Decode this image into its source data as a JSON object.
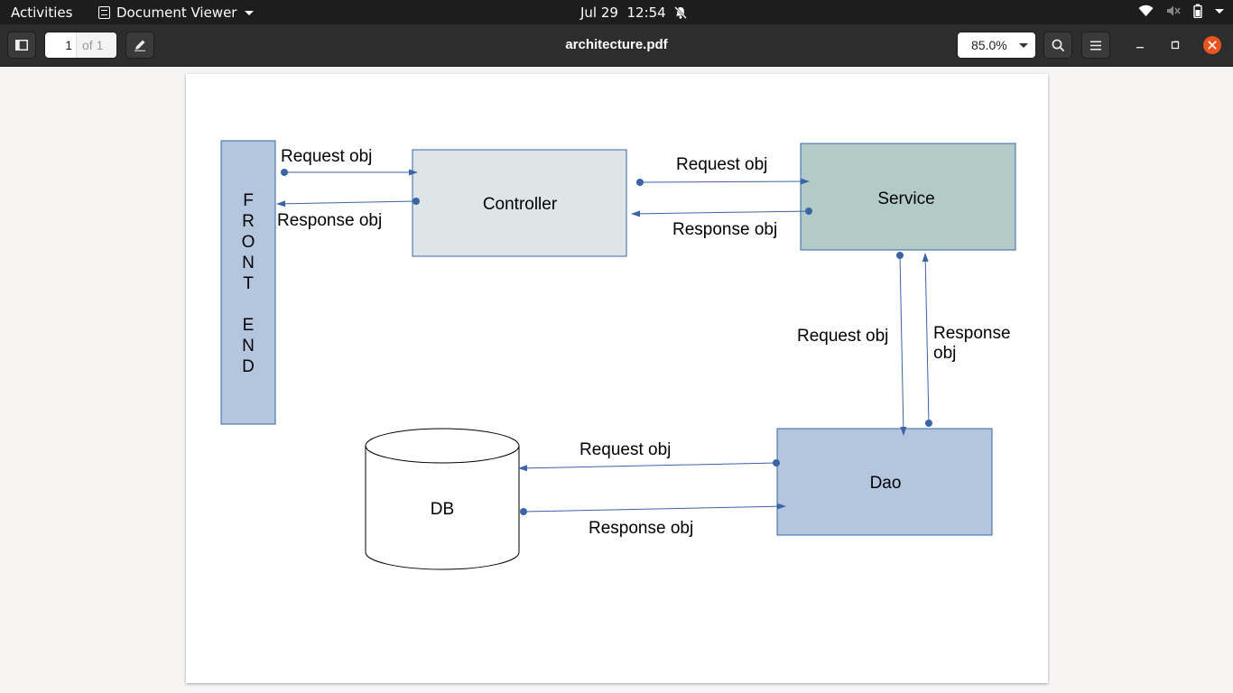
{
  "system_bar": {
    "activities": "Activities",
    "app_name": "Document Viewer",
    "clock": "Jul 29  12:54",
    "icons": [
      "notifications-off-icon",
      "wifi-icon",
      "volume-muted-icon",
      "battery-icon",
      "system-menu-caret-icon"
    ]
  },
  "header": {
    "current_page": "1",
    "page_total": "of 1",
    "title": "architecture.pdf",
    "zoom": "85.0%",
    "icons": [
      "sidebar-toggle-icon",
      "annotate-pencil-icon",
      "search-icon",
      "hamburger-menu-icon",
      "minimize-icon",
      "maximize-icon",
      "close-icon"
    ]
  },
  "diagram": {
    "front_end_letters": [
      "F",
      "R",
      "O",
      "N",
      "T",
      "",
      "E",
      "N",
      "D"
    ],
    "controller": "Controller",
    "service": "Service",
    "dao": "Dao",
    "db": "DB",
    "fe_ctrl_request": "Request obj",
    "fe_ctrl_response": "Response obj",
    "ctrl_svc_request": "Request obj",
    "ctrl_svc_response": "Response obj",
    "svc_dao_request": "Request obj",
    "svc_dao_response_line1": "Response",
    "svc_dao_response_line2": "obj",
    "dao_db_request": "Request obj",
    "dao_db_response": "Response obj"
  },
  "colors": {
    "accent_close": "#e95420",
    "front_end_fill": "#b3c6de",
    "controller_fill": "#dde5e6",
    "service_fill": "#b3cbc6",
    "dao_fill": "#b3c6de",
    "connector": "#3a64a6"
  }
}
